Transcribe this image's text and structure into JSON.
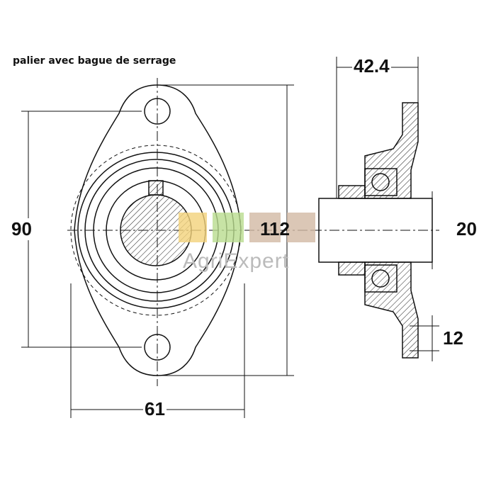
{
  "title": "palier avec bague de serrage",
  "dimensions": {
    "height_holes": "90",
    "height_total": "112",
    "width": "61",
    "depth": "42.4",
    "bore": "20",
    "flange": "12"
  },
  "watermark": "AgriExpert",
  "colors": {
    "line": "#111111",
    "logo_yellow": "#f3d27a",
    "logo_green": "#b9dc8e",
    "logo_tan": "#d2b9a4"
  }
}
